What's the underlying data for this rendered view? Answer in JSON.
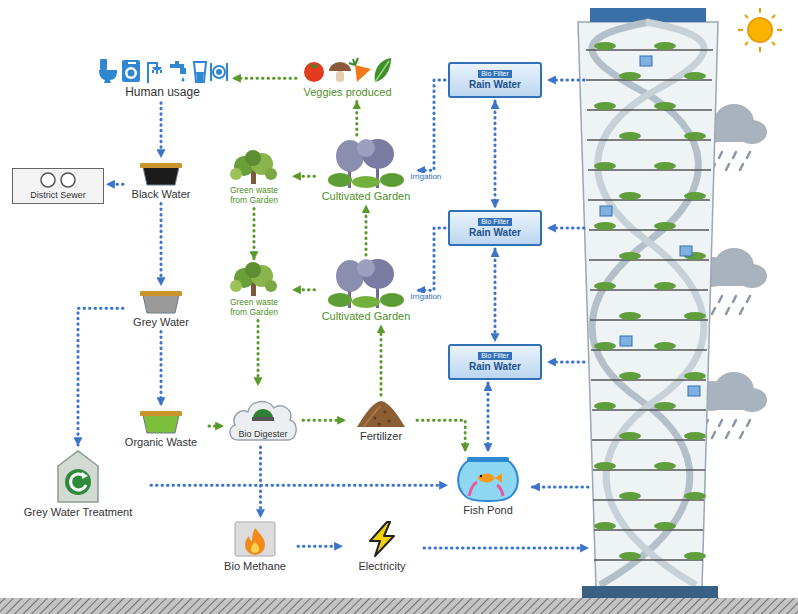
{
  "diagram": {
    "nodes": [
      {
        "text": [
          "Human usage"
        ]
      },
      {
        "text": [
          "Veggies produced"
        ]
      },
      {
        "text": [
          "Bio Filter",
          "Rain Water"
        ]
      },
      {
        "text": [
          "District Sewer"
        ]
      },
      {
        "text": [
          "Black Water"
        ]
      },
      {
        "text": [
          "Green waste from Garden"
        ]
      },
      {
        "text": [
          "Cultivated Garden"
        ]
      },
      {
        "text": [
          "Bio Filter",
          "Rain Water"
        ]
      },
      {
        "text": [
          "Grey Water"
        ]
      },
      {
        "text": [
          "Green waste from Garden"
        ]
      },
      {
        "text": [
          "Cultivated Garden"
        ]
      },
      {
        "text": [
          "Bio Filter",
          "Rain Water"
        ]
      },
      {
        "text": [
          "Organic Waste"
        ]
      },
      {
        "text": [
          "Bio Digester"
        ]
      },
      {
        "text": [
          "Fertilizer"
        ]
      },
      {
        "text": [
          "Grey Water Treatment"
        ]
      },
      {
        "text": [
          "Fish Pond"
        ]
      },
      {
        "text": [
          "Bio Methane"
        ]
      },
      {
        "text": [
          "Electricity"
        ]
      }
    ],
    "edges": [
      {
        "from": 1,
        "to": 0,
        "arrow": "to"
      },
      {
        "from": 0,
        "to": 4,
        "arrow": "to"
      },
      {
        "from": 4,
        "to": 3,
        "arrow": "to"
      },
      {
        "from": 4,
        "to": 8,
        "arrow": "to"
      },
      {
        "from": 8,
        "to": 12,
        "arrow": "to"
      },
      {
        "from": 8,
        "to": 15,
        "arrow": "to"
      },
      {
        "from": 12,
        "to": 13,
        "arrow": "to"
      },
      {
        "from": 13,
        "to": 14,
        "arrow": "to"
      },
      {
        "from": 13,
        "to": 17,
        "arrow": "to"
      },
      {
        "from": 17,
        "to": 18,
        "arrow": "to"
      },
      {
        "from": 15,
        "to": 16,
        "arrow": "to"
      },
      {
        "from": 14,
        "to": 16,
        "arrow": "to"
      },
      {
        "from": 14,
        "to": 10,
        "arrow": "to"
      },
      {
        "from": 10,
        "to": 6,
        "arrow": "to"
      },
      {
        "from": 6,
        "to": 1,
        "arrow": "to"
      },
      {
        "from": 6,
        "to": 5,
        "arrow": "to"
      },
      {
        "from": 5,
        "to": 9,
        "arrow": "to"
      },
      {
        "from": 10,
        "to": 9,
        "arrow": "to"
      },
      {
        "from": 9,
        "to": 13,
        "arrow": "to"
      },
      {
        "from": 2,
        "to": 7,
        "arrow": "both"
      },
      {
        "from": 7,
        "to": 11,
        "arrow": "both"
      },
      {
        "from": 11,
        "to": 16,
        "arrow": "both"
      },
      {
        "from": 2,
        "to": 6,
        "label": "Irrigation",
        "arrow": "to"
      },
      {
        "from": 7,
        "to": 10,
        "label": "Irrigation",
        "arrow": "to"
      }
    ]
  }
}
